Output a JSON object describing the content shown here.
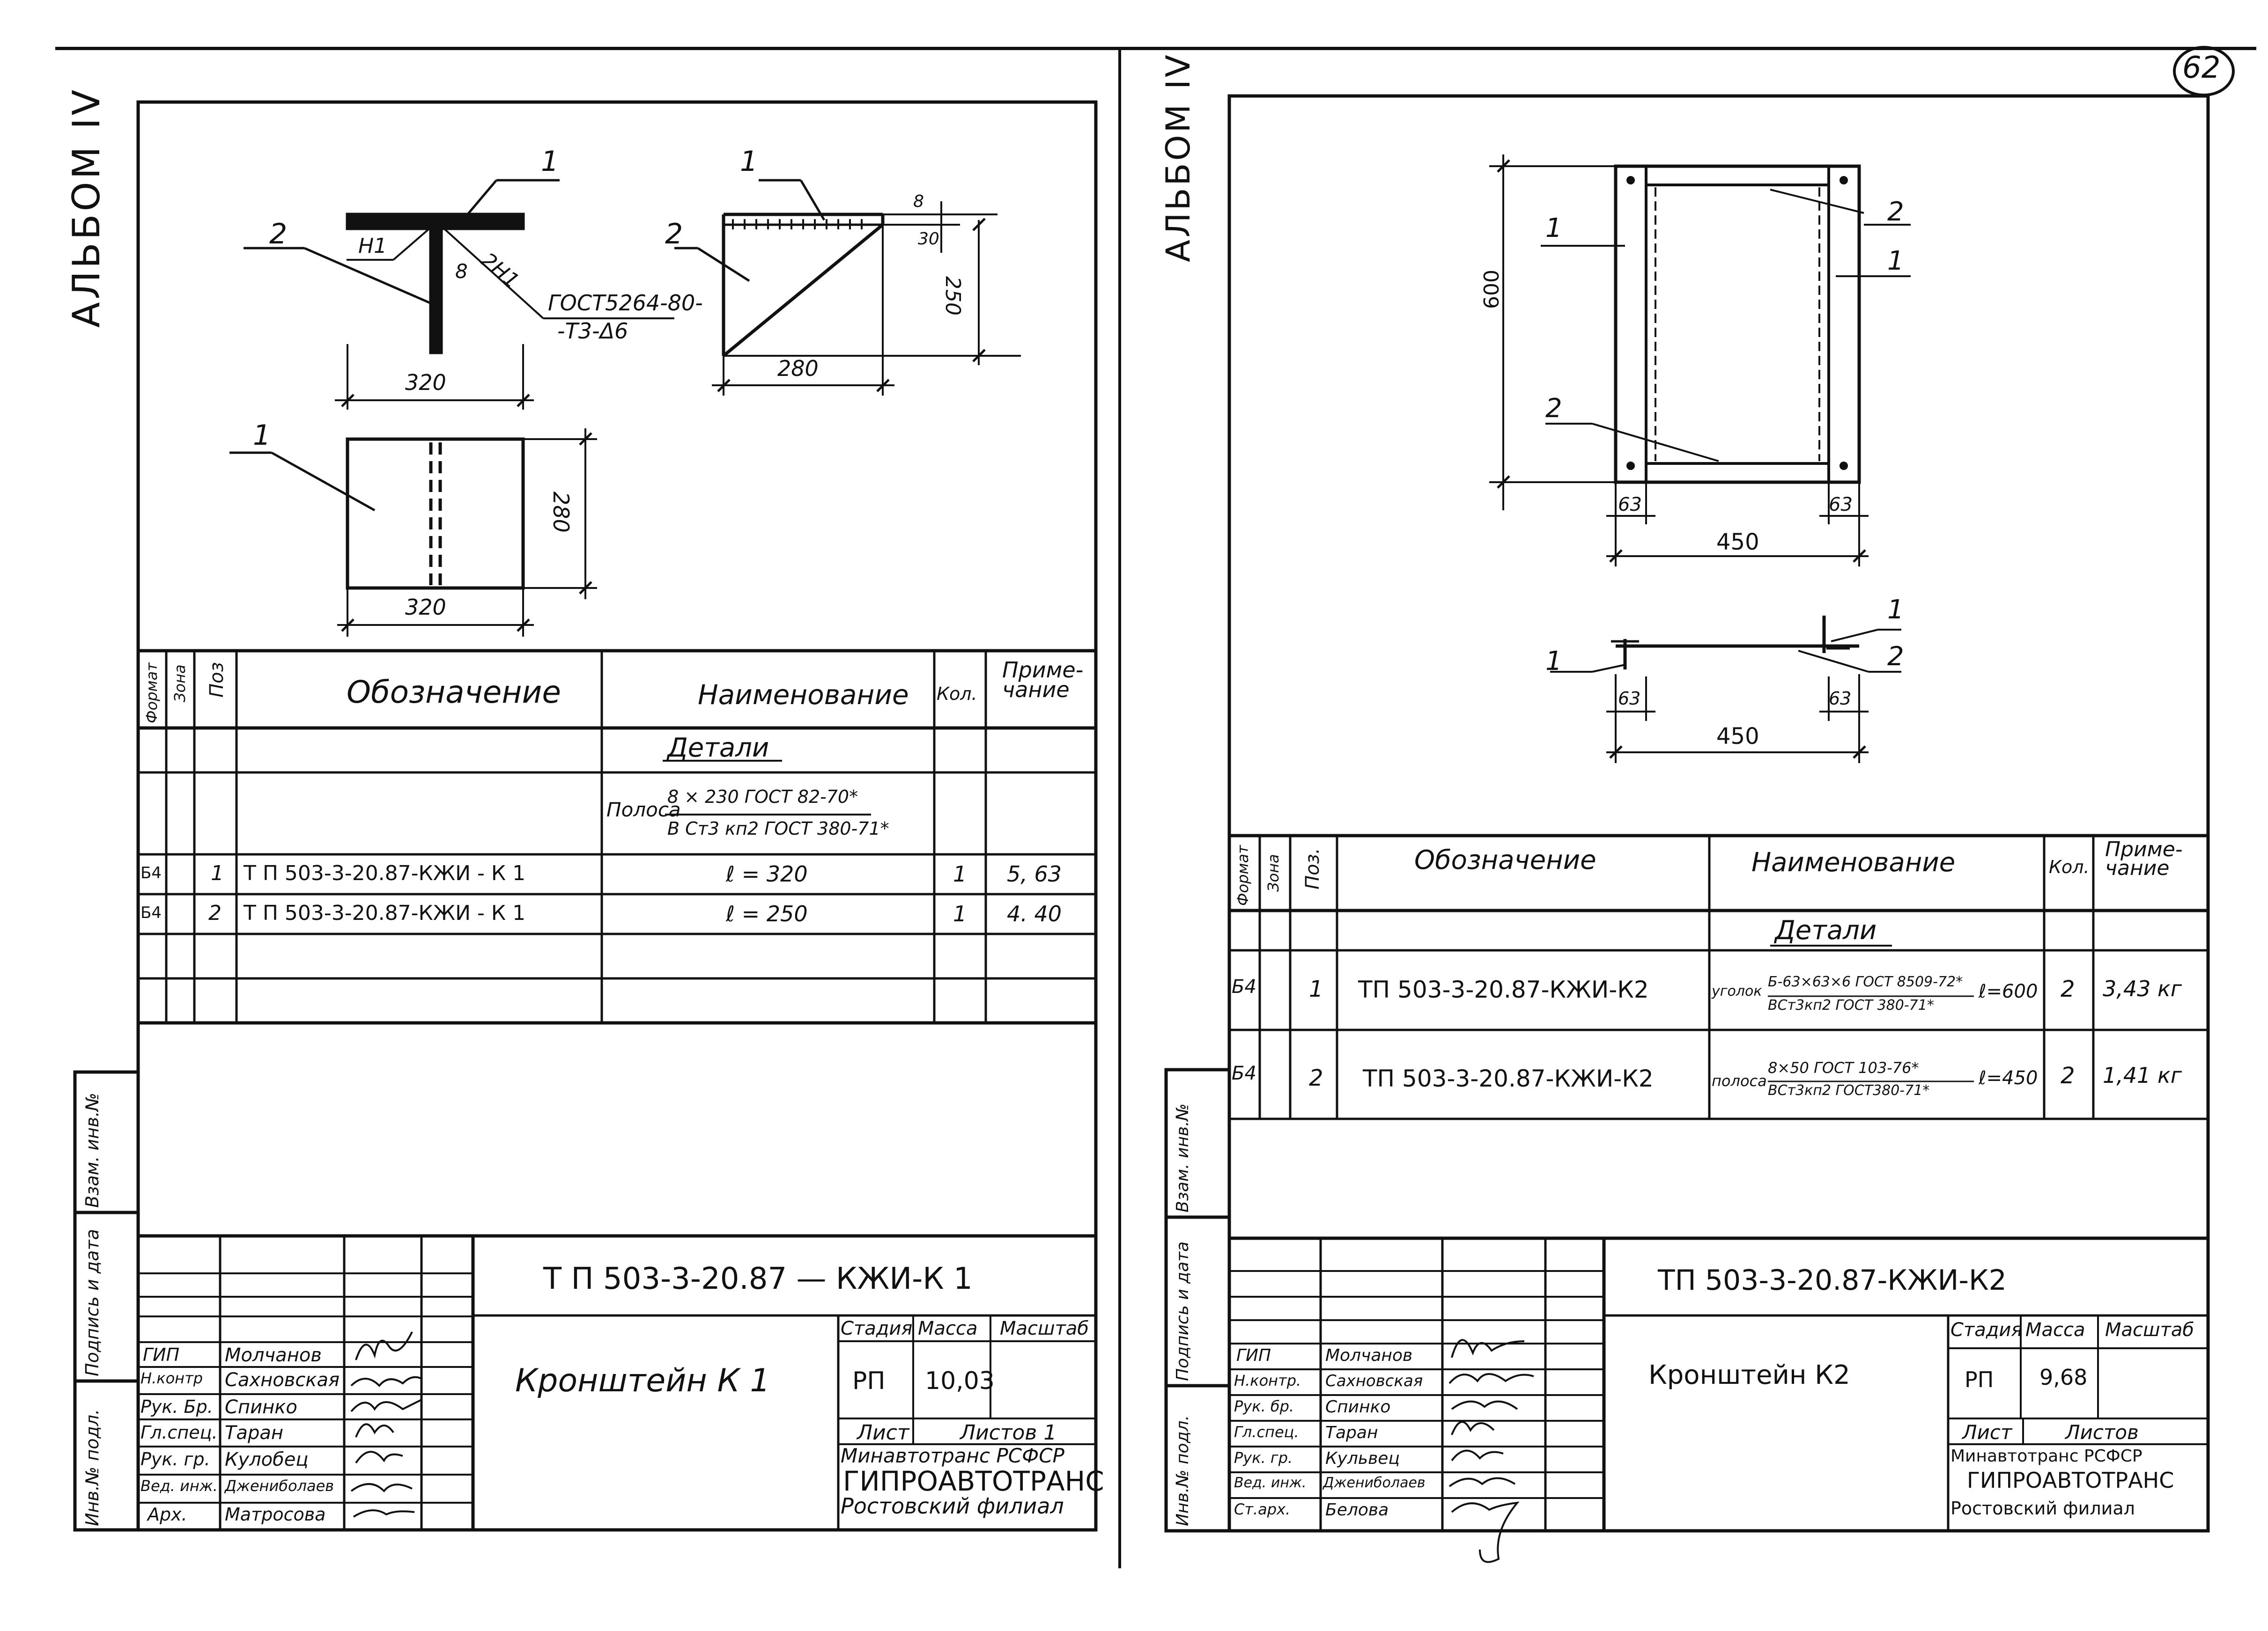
{
  "page_number": "62",
  "left": {
    "album": "АЛЬБОМ IV",
    "drawing": {
      "pos1": "1",
      "pos2": "2",
      "weld1": "Н1",
      "weld2": "8",
      "weld3": "2Н1",
      "gost_weld_1": "ГОСТ5264-80-",
      "gost_weld_2": "-Т3-Δ6",
      "dim_320_top": "320",
      "dim_280_side": "280",
      "dim_320_bottom": "320",
      "side_pos1": "1",
      "side_pos2": "2",
      "dim_8": "8",
      "dim_30": "30",
      "dim_250": "250",
      "dim_280_side_view": "280",
      "plan_pos1": "1"
    },
    "spec": {
      "headers": {
        "format": "Формат",
        "zone": "Зона",
        "pos": "Поз",
        "designation": "Обозначение",
        "name": "Наименование",
        "qty": "Кол.",
        "note": "Приме-чание"
      },
      "section": "Детали",
      "material_prefix": "Полоса",
      "material_top": "8 × 230  ГОСТ 82-70*",
      "material_bottom": "В Ст3 кп2  ГОСТ 380-71*",
      "rows": [
        {
          "format": "Б4",
          "pos": "1",
          "designation": "Т П 503-3-20.87-КЖИ - К 1",
          "name": "ℓ = 320",
          "qty": "1",
          "note": "5, 63"
        },
        {
          "format": "Б4",
          "pos": "2",
          "designation": "Т П 503-3-20.87-КЖИ - К 1",
          "name": "ℓ = 250",
          "qty": "1",
          "note": "4. 40"
        }
      ]
    },
    "side_labels": {
      "inv_podl": "Инв.№ подл.",
      "podpis": "Подпись и дата",
      "vzam": "Взам. инв.№"
    },
    "title_block": {
      "code": "Т П 503-3-20.87 — КЖИ-К 1",
      "title": "Кронштейн   К 1",
      "stage_label": "Стадия",
      "mass_label": "Масса",
      "scale_label": "Масштаб",
      "stage": "РП",
      "mass": "10,03",
      "sheet_label": "Лист",
      "sheets_label": "Листов 1",
      "org1": "Минавтотранс РСФСР",
      "org2": "ГИПРОАВТОТРАНС",
      "org3": "Ростовский филиал",
      "staff": [
        {
          "role": "ГИП",
          "name": "Молчанов"
        },
        {
          "role": "Н.контр",
          "name": "Сахновская"
        },
        {
          "role": "Рук. Бр.",
          "name": "Спинко"
        },
        {
          "role": "Гл.спец.",
          "name": "Таран"
        },
        {
          "role": "Рук. гр.",
          "name": "Кулобец"
        },
        {
          "role": "Вед. инж.",
          "name": "Джениболаев"
        },
        {
          "role": "Арх.",
          "name": "Матросова"
        }
      ]
    }
  },
  "right": {
    "album": "АЛЬБОМ IV",
    "drawing": {
      "pos2a": "2",
      "pos1a": "1",
      "pos1b": "1",
      "pos2b": "2",
      "dim_600": "600",
      "dim_63a": "63",
      "dim_63b": "63",
      "dim_450": "450",
      "side_pos1a": "1",
      "side_pos1b": "1",
      "side_pos2": "2",
      "side_63a": "63",
      "side_63b": "63",
      "side_450": "450"
    },
    "spec": {
      "headers": {
        "format": "Формат",
        "zone": "Зона",
        "pos": "Поз.",
        "designation": "Обозначение",
        "name": "Наименование",
        "qty": "Кол.",
        "note": "Приме-чание"
      },
      "section": "Детали",
      "rows": [
        {
          "format": "Б4",
          "pos": "1",
          "designation": "ТП 503-3-20.87-КЖИ-К2",
          "prefix": "уголок",
          "top": "Б-63×63×6 ГОСТ 8509-72*",
          "bottom": "ВСт3кп2 ГОСТ 380-71*",
          "len": "ℓ=600",
          "qty": "2",
          "note": "3,43 кг"
        },
        {
          "format": "Б4",
          "pos": "2",
          "designation": "ТП 503-3-20.87-КЖИ-К2",
          "prefix": "полоса",
          "top": "8×50 ГОСТ 103-76*",
          "bottom": "ВСт3кп2 ГОСТ380-71*",
          "len": "ℓ=450",
          "qty": "2",
          "note": "1,41 кг"
        }
      ]
    },
    "side_labels": {
      "inv_podl": "Инв.№ подл.",
      "podpis": "Подпись и дата",
      "vzam": "Взам. инв.№"
    },
    "title_block": {
      "code": "ТП 503-3-20.87-КЖИ-К2",
      "title": "Кронштейн   К2",
      "stage_label": "Стадия",
      "mass_label": "Масса",
      "scale_label": "Масштаб",
      "stage": "РП",
      "mass": "9,68",
      "sheet_label": "Лист",
      "sheets_label": "Листов",
      "org1": "Минавтотранс РСФСР",
      "org2": "ГИПРОАВТОТРАНС",
      "org3": "Ростовский филиал",
      "staff": [
        {
          "role": "ГИП",
          "name": "Молчанов"
        },
        {
          "role": "Н.контр.",
          "name": "Сахновская"
        },
        {
          "role": "Рук. бр.",
          "name": "Спинко"
        },
        {
          "role": "Гл.спец.",
          "name": "Таран"
        },
        {
          "role": "Рук. гр.",
          "name": "Кульвец"
        },
        {
          "role": "Вед. инж.",
          "name": "Джениболаев"
        },
        {
          "role": "Ст.арх.",
          "name": "Белова"
        }
      ]
    }
  }
}
